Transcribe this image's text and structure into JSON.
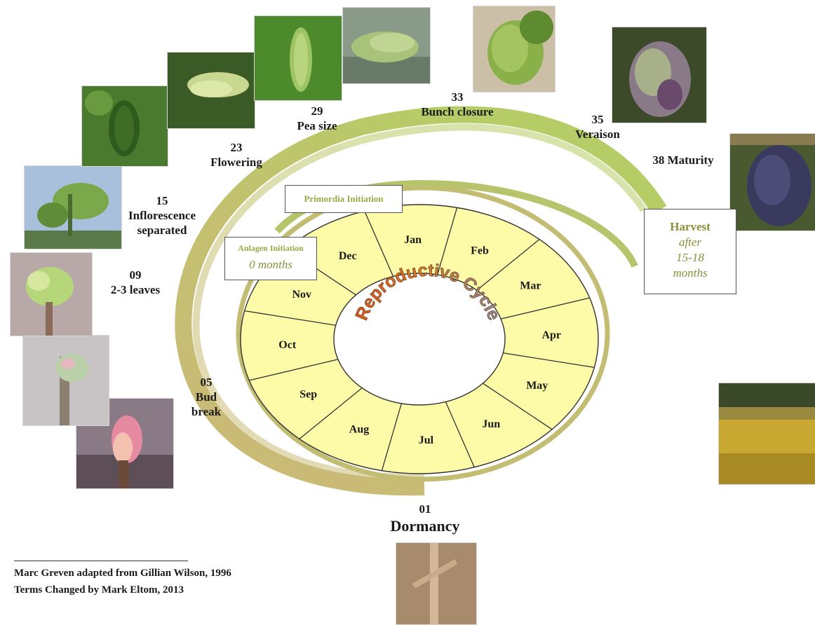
{
  "months": [
    "Jan",
    "Feb",
    "Mar",
    "Apr",
    "May",
    "Jun",
    "Jul",
    "Aug",
    "Sep",
    "Oct",
    "Nov",
    "Dec"
  ],
  "center_title": "Reproductive Cycle",
  "stages": {
    "dormancy": {
      "num": "01",
      "label": "Dormancy"
    },
    "bud_break": {
      "num": "05",
      "label1": "Bud",
      "label2": "break"
    },
    "leaves": {
      "num": "09",
      "label": "2-3 leaves"
    },
    "inflorescence": {
      "num": "15",
      "label1": "Inflorescence",
      "label2": "separated"
    },
    "flowering": {
      "num": "23",
      "label": "Flowering"
    },
    "pea_size": {
      "num": "29",
      "label": "Pea size"
    },
    "bunch_closure": {
      "num": "33",
      "label": "Bunch closure"
    },
    "veraison": {
      "num": "35",
      "label": "Veraison"
    },
    "maturity": {
      "text": "38 Maturity"
    }
  },
  "boxes": {
    "primordia": "Primordia Initiation",
    "anlagen_title": "Anlagen Initiation",
    "anlagen_sub": "0 months",
    "harvest_title": "Harvest",
    "harvest_l1": "after",
    "harvest_l2": "15-18",
    "harvest_l3": "months"
  },
  "credits": {
    "line1": "Marc Greven adapted from Gillian Wilson, 1996",
    "line2": "Terms Changed by Mark Eltom, 2013"
  },
  "colors": {
    "month_fill": "#fdfaa8",
    "ring_dark": "#c9ba72",
    "ring_light": "#b8cc6a",
    "title_gradient_start": "#d85a1a",
    "title_gradient_end": "#8a8a9a"
  }
}
